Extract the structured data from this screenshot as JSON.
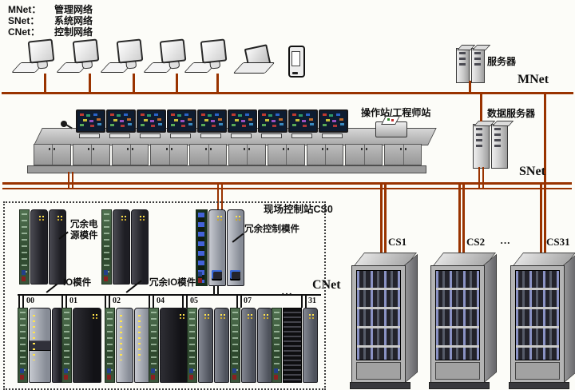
{
  "legend": {
    "items": [
      {
        "key": "MNet：",
        "name": "管理网络"
      },
      {
        "key": "SNet：",
        "name": "系统网络"
      },
      {
        "key": "CNet：",
        "name": "控制网络"
      }
    ]
  },
  "networks": {
    "mnet": {
      "label": "MNet",
      "color": "#993300"
    },
    "snet": {
      "label": "SNet",
      "color": "#993300"
    },
    "cnet": {
      "label": "CNet",
      "color": "#111111"
    }
  },
  "top": {
    "server_label": "服务器"
  },
  "console": {
    "label": "操作站/工程师站"
  },
  "data_server": {
    "label": "数据服务器"
  },
  "cs0": {
    "title": "现场控制站CS0",
    "power_label_line1": "冗余电",
    "power_label_line2": "源模件",
    "controller_label": "冗余控制模件",
    "io_label": "IO模件",
    "redundant_io_label": "冗余IO模件",
    "cnet_label": "CNet",
    "module_numbers": [
      "00",
      "01",
      "02",
      "04",
      "05",
      "07",
      "31"
    ],
    "cnet_ellipsis": "…"
  },
  "stations": {
    "labels": [
      "CS1",
      "CS2",
      "CS31"
    ],
    "ellipsis": "···"
  },
  "device_icons": [
    "workstation",
    "laptop",
    "handheld-terminal",
    "server",
    "data-server",
    "operator-console",
    "console-monitor",
    "microphone",
    "printer",
    "power-module",
    "controller-module",
    "io-module",
    "terminal-module",
    "control-cabinet"
  ]
}
